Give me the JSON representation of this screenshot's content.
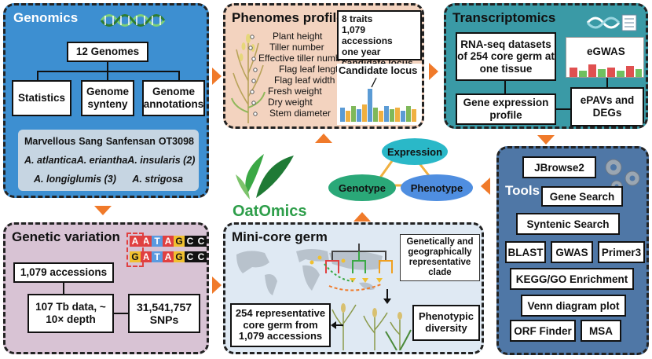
{
  "genomics": {
    "title": "Genomics",
    "genomes_box": "12 Genomes",
    "statistics": "Statistics",
    "synteny": "Genome synteny",
    "annotations": "Genome annotations",
    "species_line1": [
      "Marvellous",
      "Sang",
      "Sanfensan",
      "OT3098"
    ],
    "species_line2": [
      "A. atlantica",
      "A. eriantha",
      "A. insularis (2)"
    ],
    "species_line3": [
      "A. longiglumis (3)",
      "A. strigosa"
    ]
  },
  "phenomes": {
    "title": "Phenomes profile",
    "traits": [
      "Plant height",
      "Tiller number",
      "Effective tiller number",
      "Flag leaf length",
      "Flag leaf width",
      "Fresh weight",
      "Dry weight",
      "Stem diameter"
    ],
    "info_lines": [
      "8 traits",
      "1,079 accessions",
      "one year",
      "candidate locus"
    ],
    "candidate_label": "Candidate locus"
  },
  "transcriptomics": {
    "title": "Transcriptomics",
    "rnaseq": "RNA-seq datasets of 254 core germ at one tissue",
    "egwas": "eGWAS",
    "expression": "Gene expression profile",
    "epavs": "ePAVs and DEGs"
  },
  "center": {
    "logo_text": "OatOmics",
    "expression": "Expression",
    "genotype": "Genotype",
    "phenotype": "Phenotype"
  },
  "tools": {
    "title": "Tools",
    "items": [
      "JBrowse2",
      "Gene Search",
      "Syntenic Search",
      "BLAST",
      "GWAS",
      "Primer3",
      "KEGG/GO Enrichment",
      "Venn diagram plot",
      "ORF Finder",
      "MSA"
    ]
  },
  "variation": {
    "title": "Genetic variation",
    "seq1": [
      "A",
      "A",
      "T",
      "A",
      "G",
      "C",
      "C"
    ],
    "seq2": [
      "G",
      "A",
      "T",
      "A",
      "G",
      "C",
      "C"
    ],
    "accessions": "1,079 accessions",
    "data": "107 Tb data, ~ 10× depth",
    "snps": "31,541,757 SNPs"
  },
  "minicore": {
    "title": "Mini-core germ",
    "clade": "Genetically and geographically representative clade",
    "core": "254 representative core germ from 1,079 accessions",
    "diversity": "Phenotypic diversity"
  },
  "colors": {
    "genomics_bg": "#3d8fd1",
    "phenomes_bg": "#f3d3bf",
    "transcriptomics_bg": "#3a9aa6",
    "tools_bg": "#4f77a6",
    "variation_bg": "#d8c3d4",
    "minicore_bg": "#dfe9f3",
    "arrow": "#f07a2a"
  }
}
